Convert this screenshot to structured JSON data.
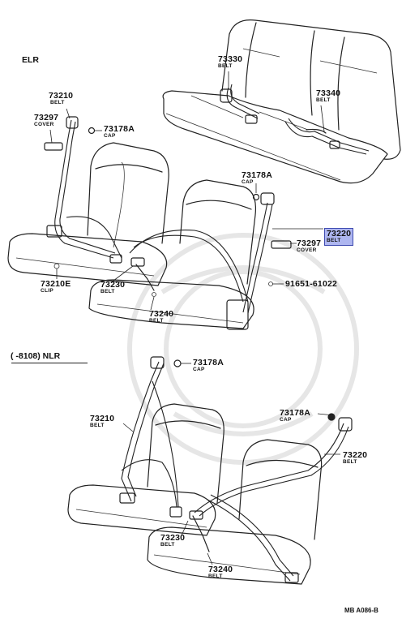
{
  "sections": {
    "elr": "ELR",
    "nlr": "(       -8108) NLR"
  },
  "parts": {
    "p73330": {
      "num": "73330",
      "desc": "BELT"
    },
    "p73340": {
      "num": "73340",
      "desc": "BELT"
    },
    "p73210_top": {
      "num": "73210",
      "desc": "BELT"
    },
    "p73297_left": {
      "num": "73297",
      "desc": "COVER"
    },
    "p73178A_left": {
      "num": "73178A",
      "desc": "CAP"
    },
    "p73178A_mid": {
      "num": "73178A",
      "desc": "CAP"
    },
    "p73220_top": {
      "num": "73220",
      "desc": "BELT"
    },
    "p73297_right": {
      "num": "73297",
      "desc": "COVER"
    },
    "p91651": {
      "num": "91651-61022"
    },
    "p73210E": {
      "num": "73210E",
      "desc": "CLIP"
    },
    "p73230_top": {
      "num": "73230",
      "desc": "BELT"
    },
    "p73240_top": {
      "num": "73240",
      "desc": "BELT"
    },
    "p73178A_nlr1": {
      "num": "73178A",
      "desc": "CAP"
    },
    "p73210_nlr": {
      "num": "73210",
      "desc": "BELT"
    },
    "p73178A_nlr2": {
      "num": "73178A",
      "desc": "CAP"
    },
    "p73220_nlr": {
      "num": "73220",
      "desc": "BELT"
    },
    "p73230_nlr": {
      "num": "73230",
      "desc": "BELT"
    },
    "p73240_nlr": {
      "num": "73240",
      "desc": "BELT"
    }
  },
  "code": "MB A086-B",
  "highlight_color": "#aeb6f0"
}
